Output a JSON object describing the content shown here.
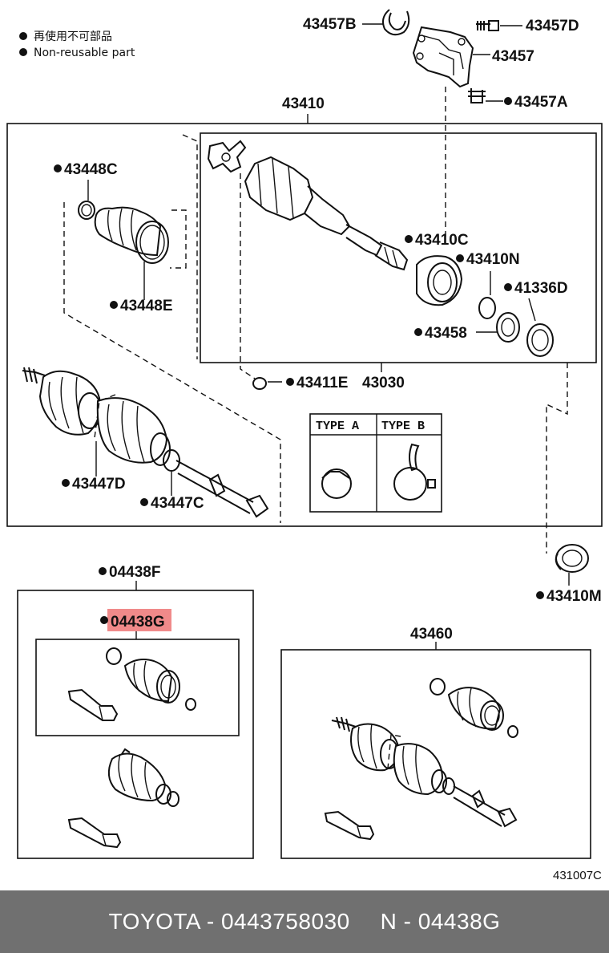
{
  "legend": {
    "line_jp": "再使用不可部品",
    "line_en": "Non-reusable part"
  },
  "labels": {
    "l43457B": "43457B",
    "l43457D": "43457D",
    "l43457": "43457",
    "l43457A": "43457A",
    "l43410": "43410",
    "l43448C": "43448C",
    "l43448E": "43448E",
    "l43410C": "43410C",
    "l43410N": "43410N",
    "l41336D": "41336D",
    "l43458": "43458",
    "l43411E": "43411E",
    "l43030": "43030",
    "l43447D": "43447D",
    "l43447C": "43447C",
    "l43410M": "43410M",
    "l04438F": "04438F",
    "l04438G": "04438G",
    "l43460": "43460",
    "figure_code": "431007C"
  },
  "type_table": {
    "type_a": "TYPE A",
    "type_b": "TYPE B"
  },
  "footer": {
    "left": "TOYOTA - 0443758030",
    "right": "N - 04438G"
  },
  "highlight_color": "#f08a8a",
  "footer_bg": "#707070"
}
